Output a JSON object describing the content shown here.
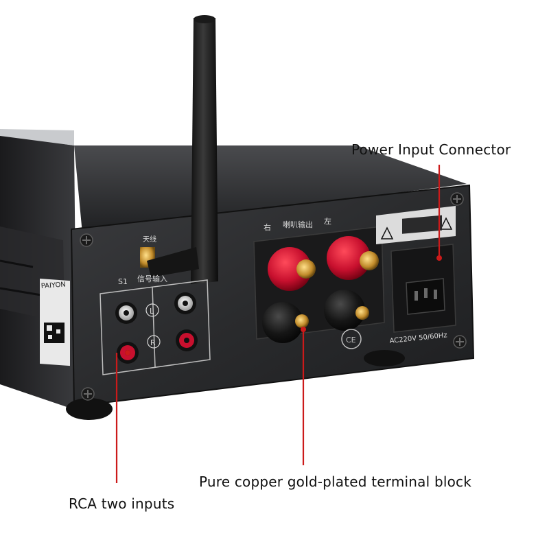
{
  "callouts": {
    "power": "Power Input Connector",
    "terminal": "Pure copper gold-plated terminal block",
    "rca": "RCA two inputs"
  },
  "panel_labels": {
    "antenna": "天线",
    "signal_input": "信号输入",
    "s1": "S1",
    "left": "L",
    "right": "R",
    "right_cn": "右",
    "speaker_output": "喇叭输出",
    "left_cn": "左",
    "brand": "PAIYON",
    "power_rating": "AC220V 50/60Hz",
    "ce_mark": "CE"
  },
  "colors": {
    "callout_line": "#cc1a1a",
    "binding_post_red": "#c8102e",
    "binding_post_black": "#151515",
    "panel": "#2b2c2e"
  }
}
